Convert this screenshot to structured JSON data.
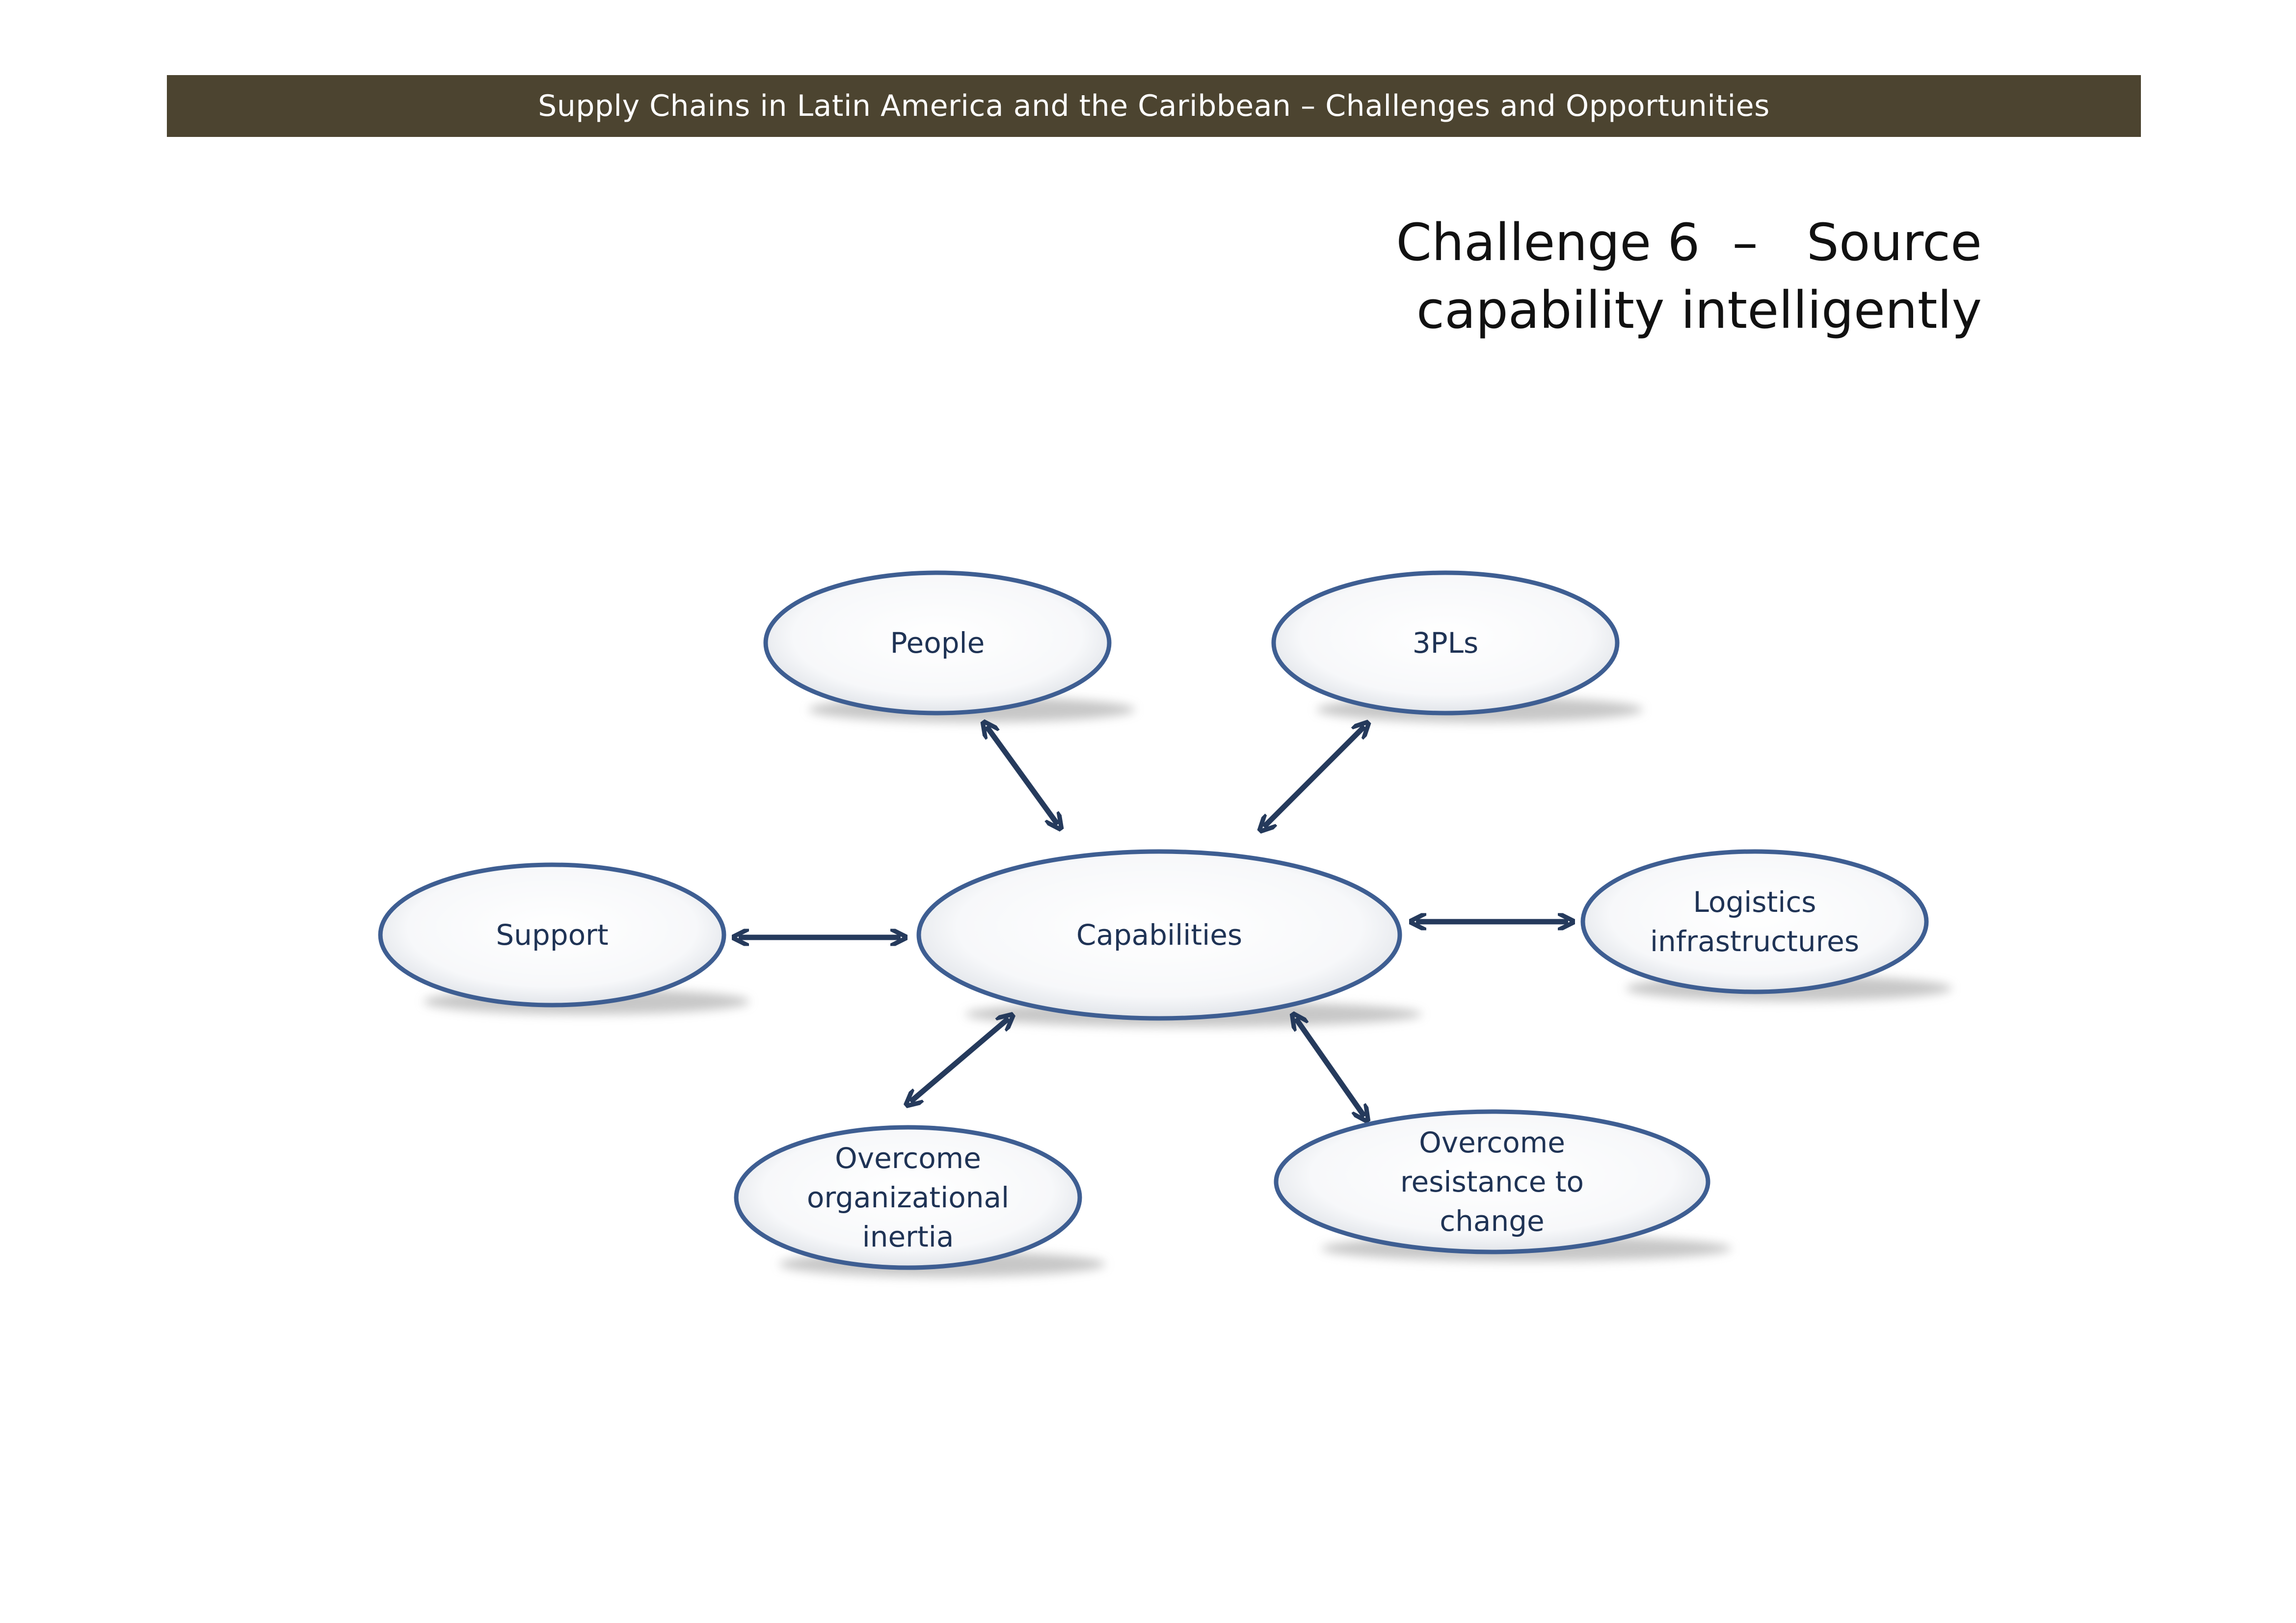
{
  "header": {
    "text": "Supply Chains in Latin America and the Caribbean – Challenges  and Opportunities",
    "background": "#4c4430"
  },
  "title": {
    "line1": "Challenge 6  –   Source",
    "line2": "capability intelligently"
  },
  "colors": {
    "node_stroke": "#3e5e92",
    "arrow": "#253a5c",
    "label": "#1f3355"
  },
  "diagram": {
    "center": {
      "id": "capabilities",
      "label": [
        "Capabilities"
      ]
    },
    "nodes": [
      {
        "id": "people",
        "label": [
          "People"
        ]
      },
      {
        "id": "3pls",
        "label": [
          "3PLs"
        ]
      },
      {
        "id": "support",
        "label": [
          "Support"
        ]
      },
      {
        "id": "logistics-infrastructures",
        "label": [
          "Logistics",
          "infrastructures"
        ]
      },
      {
        "id": "overcome-organizational-inertia",
        "label": [
          "Overcome",
          "organizational",
          "inertia"
        ]
      },
      {
        "id": "overcome-resistance-to-change",
        "label": [
          "Overcome",
          "resistance to",
          "change"
        ]
      }
    ],
    "edges": [
      {
        "from": "capabilities",
        "to": "people",
        "bidirectional": true
      },
      {
        "from": "capabilities",
        "to": "3pls",
        "bidirectional": true
      },
      {
        "from": "capabilities",
        "to": "support",
        "bidirectional": true
      },
      {
        "from": "capabilities",
        "to": "logistics-infrastructures",
        "bidirectional": true
      },
      {
        "from": "capabilities",
        "to": "overcome-organizational-inertia",
        "bidirectional": true
      },
      {
        "from": "capabilities",
        "to": "overcome-resistance-to-change",
        "bidirectional": true
      }
    ]
  }
}
